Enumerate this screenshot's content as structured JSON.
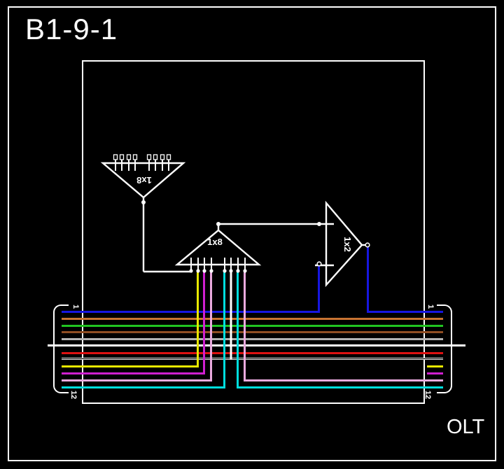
{
  "diagram": {
    "title": "B1-9-1",
    "olt_label": "OLT",
    "line_color": "#ffffff",
    "background": "#000000",
    "splitters": {
      "top": {
        "label": "1x8",
        "ports": 8
      },
      "middle": {
        "label": "1x8",
        "ports": 8
      },
      "right": {
        "label": "1x2",
        "ports": 2
      }
    },
    "left_cable": {
      "first_fiber": "1",
      "last_fiber": "12"
    },
    "right_cable": {
      "first_fiber": "1",
      "last_fiber": "12"
    },
    "fibers": [
      {
        "index": 1,
        "color": "blue",
        "hex": "#1717e0"
      },
      {
        "index": 2,
        "color": "orange",
        "hex": "#c87332"
      },
      {
        "index": 3,
        "color": "green",
        "hex": "#21c421"
      },
      {
        "index": 4,
        "color": "brown",
        "hex": "#8f4d22"
      },
      {
        "index": 5,
        "color": "slate",
        "hex": "#b2b2b2"
      },
      {
        "index": 6,
        "color": "white",
        "hex": "#ffffff"
      },
      {
        "index": 7,
        "color": "red",
        "hex": "#dd1111"
      },
      {
        "index": 8,
        "color": "black",
        "hex": "#000000"
      },
      {
        "index": 9,
        "color": "yellow",
        "hex": "#e8e800"
      },
      {
        "index": 10,
        "color": "violet",
        "hex": "#cf1fcf"
      },
      {
        "index": 11,
        "color": "rose",
        "hex": "#eaaade"
      },
      {
        "index": 12,
        "color": "aqua",
        "hex": "#00dede"
      }
    ]
  }
}
